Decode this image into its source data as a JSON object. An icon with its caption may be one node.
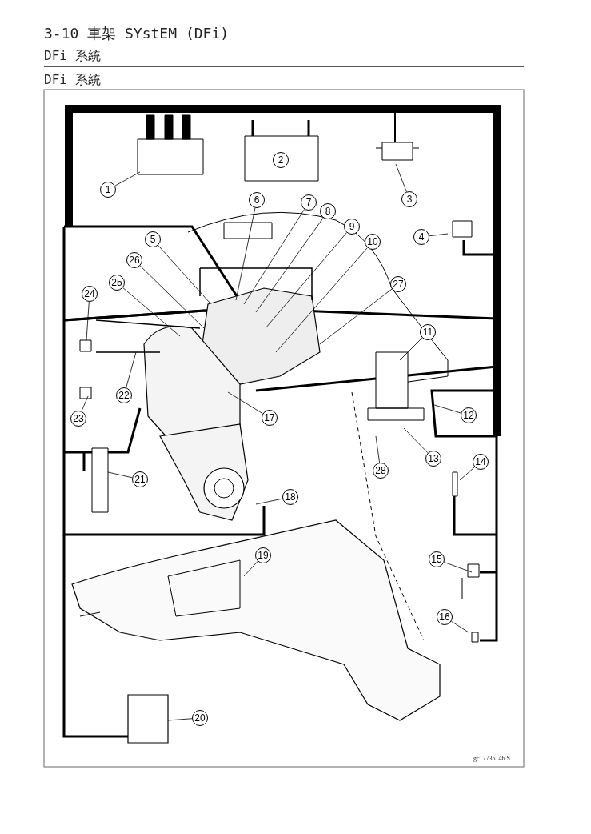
{
  "diagram": {
    "title": "3-10 車架 SYstEM (DFi)",
    "nodes": [
      {
        "text": [
          "1"
        ]
      },
      {
        "text": [
          "2"
        ]
      },
      {
        "text": [
          "3"
        ]
      },
      {
        "text": [
          "4"
        ]
      },
      {
        "text": [
          "5"
        ]
      },
      {
        "text": [
          "6"
        ]
      },
      {
        "text": [
          "7"
        ]
      },
      {
        "text": [
          "8"
        ]
      },
      {
        "text": [
          "9"
        ]
      },
      {
        "text": [
          "10"
        ]
      },
      {
        "text": [
          "11"
        ]
      },
      {
        "text": [
          "12"
        ]
      },
      {
        "text": [
          "13"
        ]
      },
      {
        "text": [
          "14"
        ]
      },
      {
        "text": [
          "15"
        ]
      },
      {
        "text": [
          "16"
        ]
      },
      {
        "text": [
          "17"
        ]
      },
      {
        "text": [
          "18"
        ]
      },
      {
        "text": [
          "19"
        ]
      },
      {
        "text": [
          "20"
        ]
      },
      {
        "text": [
          "21"
        ]
      },
      {
        "text": [
          "22"
        ]
      },
      {
        "text": [
          "23"
        ]
      },
      {
        "text": [
          "24"
        ]
      },
      {
        "text": [
          "25"
        ]
      },
      {
        "text": [
          "26"
        ]
      },
      {
        "text": [
          "27"
        ]
      },
      {
        "text": [
          "28"
        ]
      }
    ],
    "edges": [
      {
        "from": 0,
        "to": null,
        "arrow": "none"
      },
      {
        "from": 2,
        "to": null,
        "arrow": "none"
      },
      {
        "from": 3,
        "to": null,
        "arrow": "none"
      },
      {
        "from": 4,
        "to": null,
        "arrow": "none"
      },
      {
        "from": 5,
        "to": null,
        "arrow": "none"
      },
      {
        "from": 6,
        "to": null,
        "arrow": "none"
      },
      {
        "from": 7,
        "to": null,
        "arrow": "none"
      },
      {
        "from": 8,
        "to": null,
        "arrow": "none"
      },
      {
        "from": 9,
        "to": null,
        "arrow": "none"
      },
      {
        "from": 10,
        "to": null,
        "arrow": "none"
      },
      {
        "from": 11,
        "to": null,
        "arrow": "none"
      },
      {
        "from": 12,
        "to": null,
        "arrow": "none"
      },
      {
        "from": 13,
        "to": null,
        "arrow": "none"
      },
      {
        "from": 14,
        "to": null,
        "arrow": "none"
      },
      {
        "from": 15,
        "to": null,
        "arrow": "none"
      },
      {
        "from": 16,
        "to": null,
        "arrow": "none"
      },
      {
        "from": 17,
        "to": null,
        "arrow": "none"
      },
      {
        "from": 18,
        "to": null,
        "arrow": "none"
      },
      {
        "from": 19,
        "to": null,
        "arrow": "none"
      },
      {
        "from": 20,
        "to": null,
        "arrow": "none"
      },
      {
        "from": 21,
        "to": null,
        "arrow": "none"
      },
      {
        "from": 22,
        "to": null,
        "arrow": "none"
      },
      {
        "from": 23,
        "to": null,
        "arrow": "none"
      },
      {
        "from": 24,
        "to": null,
        "arrow": "none"
      },
      {
        "from": 25,
        "to": null,
        "arrow": "none"
      },
      {
        "from": 26,
        "to": null,
        "arrow": "none"
      },
      {
        "from": 27,
        "to": null,
        "arrow": "none"
      }
    ],
    "labels": [
      "DFi 系統",
      "DFi 系統",
      "gc17735146 S"
    ]
  }
}
